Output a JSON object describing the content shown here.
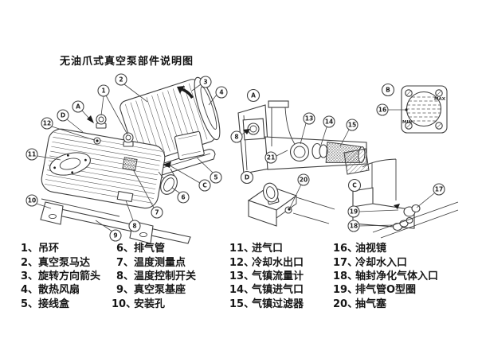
{
  "title": "无油爪式真空泵部件说明图",
  "diagram": {
    "views": {
      "a_label": "A",
      "b_label": "B",
      "c_label": "C",
      "d_label": "D",
      "sight_glass_max": "MAX",
      "sight_glass_min": "MIN"
    },
    "callouts": {
      "main": {
        "c1": "1",
        "c2": "2",
        "c3": "3",
        "c4": "4",
        "c5": "5",
        "c6": "6",
        "c7": "7",
        "c8": "8",
        "c9": "9",
        "c10": "10",
        "c11": "11",
        "c12": "12",
        "ref_a": "A",
        "ref_c": "C",
        "ref_d": "D"
      },
      "view_a": {
        "c8": "8",
        "c13": "13",
        "c14": "14",
        "c15": "15",
        "c21": "21"
      },
      "view_b": {
        "c16": "16"
      },
      "view_c": {
        "c17": "17",
        "c18": "18",
        "c19": "19"
      },
      "view_d": {
        "c20": "20"
      }
    }
  },
  "legend": {
    "columns": [
      {
        "items": [
          {
            "n": "1、",
            "t": "吊环"
          },
          {
            "n": "2、",
            "t": "真空泵马达"
          },
          {
            "n": "3、",
            "t": "旋转方向箭头"
          },
          {
            "n": "4、",
            "t": "散热风扇"
          },
          {
            "n": "5、",
            "t": "接线盒"
          }
        ]
      },
      {
        "items": [
          {
            "n": "6、",
            "t": "排气管"
          },
          {
            "n": "7、",
            "t": "温度测量点"
          },
          {
            "n": "8、",
            "t": "温度控制开关"
          },
          {
            "n": "9、",
            "t": "真空泵基座"
          },
          {
            "n": "10、",
            "t": "安装孔"
          }
        ]
      },
      {
        "items": [
          {
            "n": "11、",
            "t": "进气口"
          },
          {
            "n": "12、",
            "t": "冷却水出口"
          },
          {
            "n": "13、",
            "t": "气镇流量计"
          },
          {
            "n": "14、",
            "t": "气镇进气口"
          },
          {
            "n": "15、",
            "t": "气镇过滤器"
          }
        ]
      },
      {
        "items": [
          {
            "n": "16、",
            "t": "油视镜"
          },
          {
            "n": "17、",
            "t": "冷却水入口"
          },
          {
            "n": "18、",
            "t": "轴封净化气体入口"
          },
          {
            "n": "19、",
            "t": "排气管O型圈"
          },
          {
            "n": "20、",
            "t": "抽气塞"
          }
        ]
      }
    ]
  }
}
